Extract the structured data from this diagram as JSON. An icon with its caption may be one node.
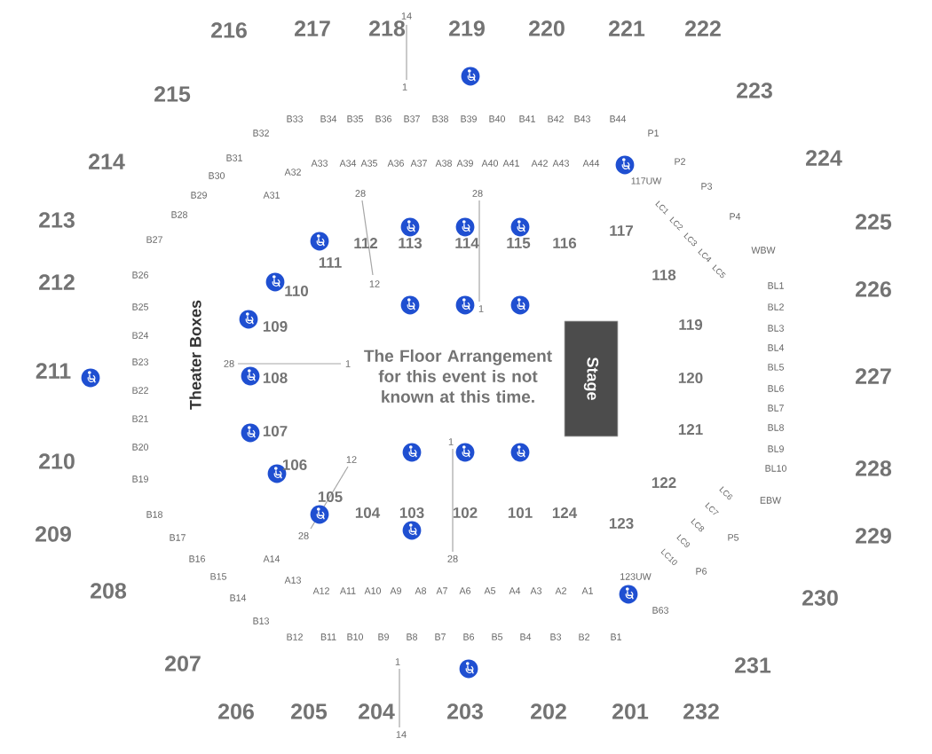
{
  "diagram": {
    "nodes": [
      {
        "text": [
          "Stage"
        ]
      }
    ],
    "labels": [
      "216",
      "217",
      "218",
      "219",
      "220",
      "221",
      "222",
      "215",
      "223",
      "214",
      "224",
      "213",
      "225",
      "212",
      "226",
      "211",
      "227",
      "210",
      "228",
      "209",
      "229",
      "208",
      "230",
      "207",
      "231",
      "206",
      "205",
      "204",
      "203",
      "202",
      "201",
      "232",
      "14",
      "1",
      "1",
      "14",
      "28",
      "12",
      "28",
      "1",
      "28",
      "1",
      "1",
      "28",
      "12",
      "28",
      "B33",
      "B34",
      "B35",
      "B36",
      "B37",
      "B38",
      "B39",
      "B40",
      "B41",
      "B42",
      "B43",
      "B44",
      "B32",
      "B31",
      "B30",
      "B29",
      "B28",
      "B27",
      "B26",
      "B25",
      "B24",
      "B23",
      "B22",
      "B21",
      "B20",
      "B19",
      "B18",
      "B17",
      "B16",
      "B15",
      "B14",
      "B13",
      "B12",
      "B11",
      "B10",
      "B9",
      "B8",
      "B7",
      "B6",
      "B5",
      "B4",
      "B3",
      "B2",
      "B1",
      "B63",
      "A33",
      "A34",
      "A35",
      "A36",
      "A37",
      "A38",
      "A39",
      "A40",
      "A41",
      "A42",
      "A43",
      "A44",
      "A32",
      "A31",
      "A14",
      "A13",
      "A12",
      "A11",
      "A10",
      "A9",
      "A8",
      "A7",
      "A6",
      "A5",
      "A4",
      "A3",
      "A2",
      "A1",
      "P1",
      "P2",
      "P3",
      "P4",
      "WBW",
      "BL1",
      "BL2",
      "BL3",
      "BL4",
      "BL5",
      "BL6",
      "BL7",
      "BL8",
      "BL9",
      "BL10",
      "EBW",
      "P5",
      "P6",
      "117UW",
      "123UW",
      "LC1",
      "LC2",
      "LC3",
      "LC4",
      "LC5",
      "LC6",
      "LC7",
      "LC8",
      "LC9",
      "LC10",
      "112",
      "113",
      "114",
      "115",
      "116",
      "117",
      "111",
      "110",
      "109",
      "108",
      "107",
      "106",
      "105",
      "104",
      "103",
      "102",
      "101",
      "124",
      "123",
      "122",
      "121",
      "120",
      "119",
      "118",
      "Theater Boxes",
      "The Floor Arrangement for this event is not known at this time."
    ]
  }
}
